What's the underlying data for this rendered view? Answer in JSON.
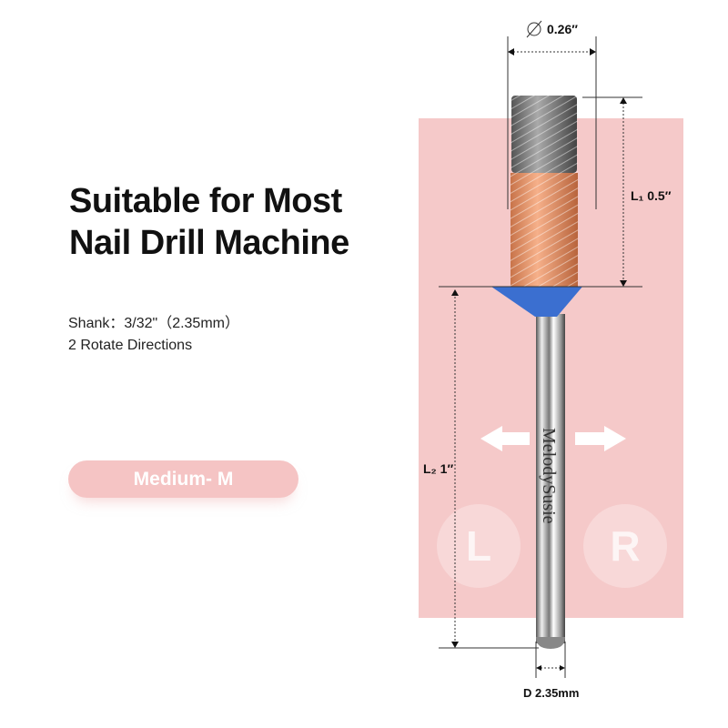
{
  "heading": {
    "line1": "Suitable for Most",
    "line2": "Nail Drill Machine"
  },
  "specs": {
    "shank": "Shank：3/32\"（2.35mm）",
    "directions": "2 Rotate Directions"
  },
  "grit_badge": "Medium- M",
  "dimensions": {
    "diameter": "0.26″",
    "l1": "L₁ 0.5″",
    "l2": "L₂ 1″",
    "shank_d": "D 2.35mm"
  },
  "direction_labels": {
    "left": "L",
    "right": "R"
  },
  "brand": "MelodySusie",
  "colors": {
    "panel": "#f5c9c9",
    "badge": "#f5c4c4",
    "collar": "#3b6fd0",
    "copper": "#e6946a"
  }
}
